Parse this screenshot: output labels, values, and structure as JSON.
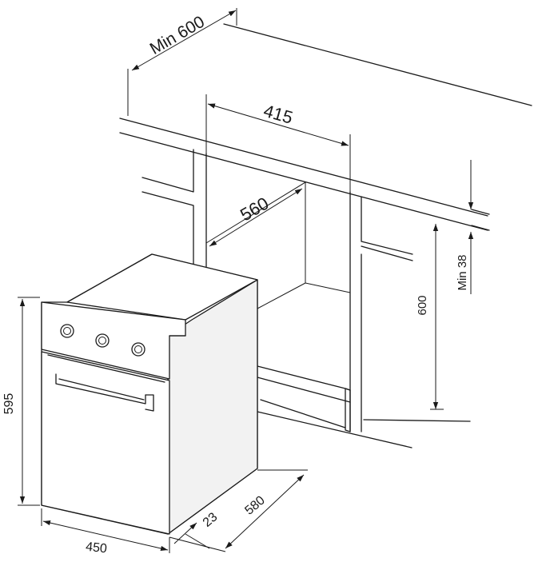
{
  "dimensions": {
    "min_width": "Min 600",
    "cavity_width": "415",
    "cavity_depth": "560",
    "cavity_height": "600",
    "min_gap": "Min 38",
    "oven_height": "595",
    "oven_width": "450",
    "oven_depth": "580",
    "door_thickness": "23"
  },
  "colors": {
    "line": "#1a1a1a",
    "background": "#ffffff"
  }
}
